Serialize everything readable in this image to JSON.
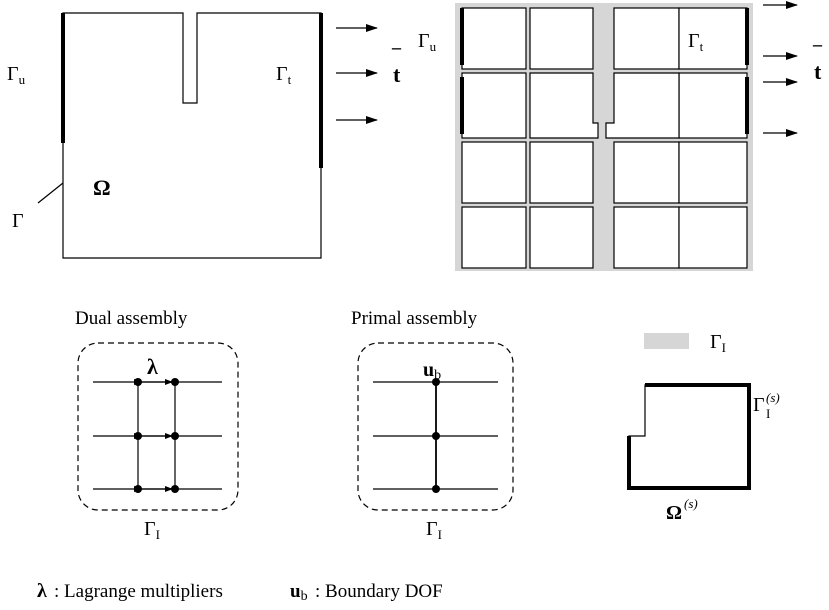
{
  "colors": {
    "interface_band": "#d6d6d6",
    "ink": "#000000"
  },
  "domain_panel": {
    "gamma_u": {
      "sym": "Γ",
      "sub": "u"
    },
    "gamma_t": {
      "sym": "Γ",
      "sub": "t"
    },
    "traction": {
      "sym": "t",
      "bar": "¯"
    },
    "omega": "Ω",
    "gamma": "Γ"
  },
  "decomposed_panel": {
    "gamma_u": {
      "sym": "Γ",
      "sub": "u"
    },
    "gamma_t": {
      "sym": "Γ",
      "sub": "t"
    },
    "traction": {
      "sym": "t",
      "bar": "¯"
    },
    "grid_rows": 4,
    "grid_cols": 4
  },
  "dual": {
    "title": "Dual assembly",
    "lambda": "λ",
    "gamma_I": {
      "sym": "Γ",
      "sub": "I"
    }
  },
  "primal": {
    "title": "Primal assembly",
    "ub": {
      "sym": "u",
      "sub": "b"
    },
    "gamma_I": {
      "sym": "Γ",
      "sub": "I"
    }
  },
  "subdomain": {
    "legend_gamma_I": {
      "sym": "Γ",
      "sub": "I"
    },
    "gamma_I_s": {
      "sym": "Γ",
      "sub": "I",
      "sup": "(s)"
    },
    "omega_s": {
      "sym": "Ω",
      "sup": "(s)"
    }
  },
  "legend": {
    "lambda_sym": "λ",
    "lambda_text": ": Lagrange multipliers",
    "ub_sym": "u",
    "ub_sub": "b",
    "ub_text": ":  Boundary DOF"
  }
}
